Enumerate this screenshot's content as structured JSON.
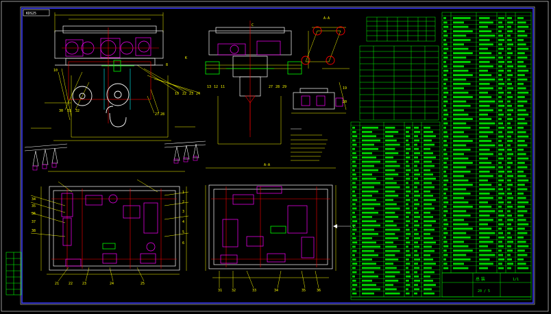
{
  "drawing": {
    "stamp": "KDS25",
    "colors": {
      "background": "#000000",
      "frame": "#3a3aff",
      "outline": "#ffffff",
      "dimension": "#ffff00",
      "centerline": "#ff0000",
      "parts": "#ff00ff",
      "table": "#00ff00",
      "leader_numbers": "#ffff00",
      "hook": "#00ffff"
    }
  },
  "views": [
    {
      "id": "front-elevation",
      "kind": "hoist-trolley-front"
    },
    {
      "id": "side-elevation",
      "kind": "hoist-trolley-side"
    },
    {
      "id": "wheel-layout",
      "kind": "wheel-arrangement-schematic"
    },
    {
      "id": "buffer-detail",
      "kind": "buffer-detail"
    },
    {
      "id": "plan-view-left",
      "kind": "trolley-frame-plan"
    },
    {
      "id": "plan-view-right",
      "kind": "trolley-frame-plan"
    },
    {
      "id": "cable-detail-left",
      "kind": "cable-trolley-detail"
    },
    {
      "id": "cable-detail-right",
      "kind": "cable-trolley-detail"
    }
  ],
  "side_marks": {
    "arrow_right": "C",
    "section_mark": "K"
  },
  "title_block": {
    "heading": "总 装",
    "number": "20 / 5",
    "code": "1/1"
  }
}
